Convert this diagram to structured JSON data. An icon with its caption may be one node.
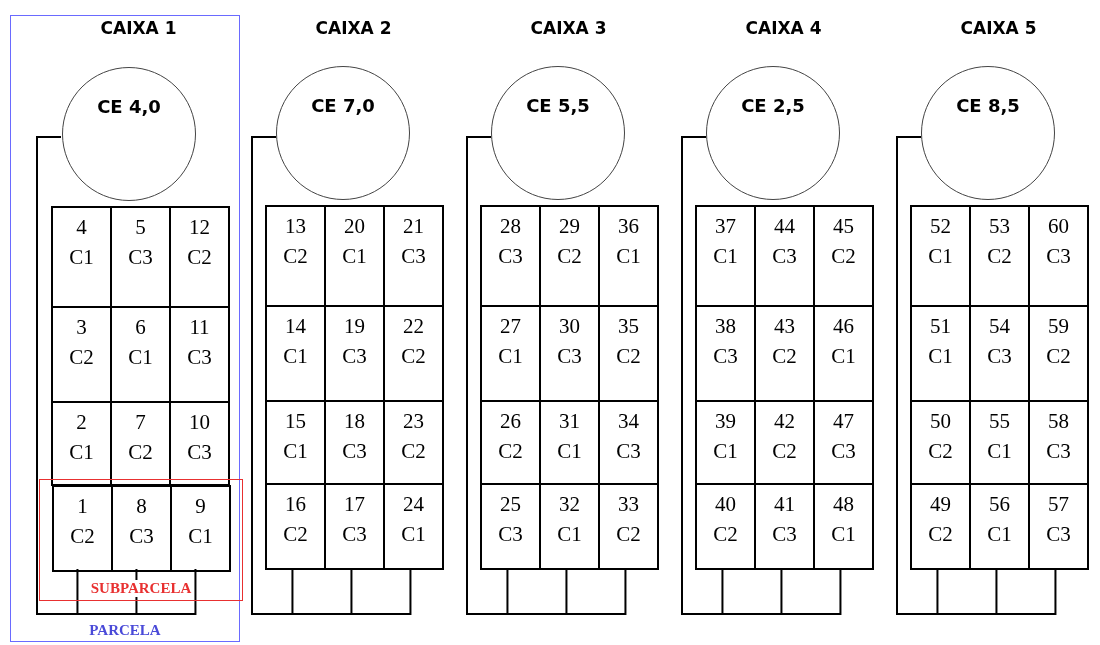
{
  "diagram": {
    "nodes": [
      {
        "text": [
          "PARCELA"
        ]
      },
      {
        "text": [
          "CE 4,0"
        ],
        "in": 0
      },
      {
        "text": [
          "4",
          "C1"
        ],
        "in": 0
      },
      {
        "text": [
          "5",
          "C3"
        ],
        "in": 0
      },
      {
        "text": [
          "12",
          "C2"
        ],
        "in": 0
      },
      {
        "text": [
          "3",
          "C2"
        ],
        "in": 0
      },
      {
        "text": [
          "6",
          "C1"
        ],
        "in": 0
      },
      {
        "text": [
          "11",
          "C3"
        ],
        "in": 0
      },
      {
        "text": [
          "2",
          "C1"
        ],
        "in": 0
      },
      {
        "text": [
          "7",
          "C2"
        ],
        "in": 0
      },
      {
        "text": [
          "10",
          "C3"
        ],
        "in": 0
      },
      {
        "text": [
          "SUBPARCELA"
        ],
        "in": 0
      },
      {
        "text": [
          "1",
          "C2"
        ],
        "in": 11
      },
      {
        "text": [
          "8",
          "C3"
        ],
        "in": 11
      },
      {
        "text": [
          "9",
          "C1"
        ],
        "in": 11
      },
      {
        "text": [
          "CE 7,0"
        ]
      },
      {
        "text": [
          "13",
          "C2"
        ]
      },
      {
        "text": [
          "20",
          "C1"
        ]
      },
      {
        "text": [
          "21",
          "C3"
        ]
      },
      {
        "text": [
          "14",
          "C1"
        ]
      },
      {
        "text": [
          "19",
          "C3"
        ]
      },
      {
        "text": [
          "22",
          "C2"
        ]
      },
      {
        "text": [
          "15",
          "C1"
        ]
      },
      {
        "text": [
          "18",
          "C3"
        ]
      },
      {
        "text": [
          "23",
          "C2"
        ]
      },
      {
        "text": [
          "16",
          "C2"
        ]
      },
      {
        "text": [
          "17",
          "C3"
        ]
      },
      {
        "text": [
          "24",
          "C1"
        ]
      },
      {
        "text": [
          "CE 5,5"
        ]
      },
      {
        "text": [
          "28",
          "C3"
        ]
      },
      {
        "text": [
          "29",
          "C2"
        ]
      },
      {
        "text": [
          "36",
          "C1"
        ]
      },
      {
        "text": [
          "27",
          "C1"
        ]
      },
      {
        "text": [
          "30",
          "C3"
        ]
      },
      {
        "text": [
          "35",
          "C2"
        ]
      },
      {
        "text": [
          "26",
          "C2"
        ]
      },
      {
        "text": [
          "31",
          "C1"
        ]
      },
      {
        "text": [
          "34",
          "C3"
        ]
      },
      {
        "text": [
          "25",
          "C3"
        ]
      },
      {
        "text": [
          "32",
          "C1"
        ]
      },
      {
        "text": [
          "33",
          "C2"
        ]
      },
      {
        "text": [
          "CE 2,5"
        ]
      },
      {
        "text": [
          "37",
          "C1"
        ]
      },
      {
        "text": [
          "44",
          "C3"
        ]
      },
      {
        "text": [
          "45",
          "C2"
        ]
      },
      {
        "text": [
          "38",
          "C3"
        ]
      },
      {
        "text": [
          "43",
          "C2"
        ]
      },
      {
        "text": [
          "46",
          "C1"
        ]
      },
      {
        "text": [
          "39",
          "C1"
        ]
      },
      {
        "text": [
          "42",
          "C2"
        ]
      },
      {
        "text": [
          "47",
          "C3"
        ]
      },
      {
        "text": [
          "40",
          "C2"
        ]
      },
      {
        "text": [
          "41",
          "C3"
        ]
      },
      {
        "text": [
          "48",
          "C1"
        ]
      },
      {
        "text": [
          "CE 8,5"
        ]
      },
      {
        "text": [
          "52",
          "C1"
        ]
      },
      {
        "text": [
          "53",
          "C2"
        ]
      },
      {
        "text": [
          "60",
          "C3"
        ]
      },
      {
        "text": [
          "51",
          "C1"
        ]
      },
      {
        "text": [
          "54",
          "C3"
        ]
      },
      {
        "text": [
          "59",
          "C2"
        ]
      },
      {
        "text": [
          "50",
          "C2"
        ]
      },
      {
        "text": [
          "55",
          "C1"
        ]
      },
      {
        "text": [
          "58",
          "C3"
        ]
      },
      {
        "text": [
          "49",
          "C2"
        ]
      },
      {
        "text": [
          "56",
          "C1"
        ]
      },
      {
        "text": [
          "57",
          "C3"
        ]
      }
    ],
    "edges": [
      {
        "from": 1,
        "to": 12,
        "arrow": "none"
      },
      {
        "from": 1,
        "to": 13,
        "arrow": "none"
      },
      {
        "from": 1,
        "to": 14,
        "arrow": "none"
      },
      {
        "from": 15,
        "to": 25,
        "arrow": "none"
      },
      {
        "from": 15,
        "to": 26,
        "arrow": "none"
      },
      {
        "from": 15,
        "to": 27,
        "arrow": "none"
      },
      {
        "from": 28,
        "to": 38,
        "arrow": "none"
      },
      {
        "from": 28,
        "to": 39,
        "arrow": "none"
      },
      {
        "from": 28,
        "to": 40,
        "arrow": "none"
      },
      {
        "from": 41,
        "to": 51,
        "arrow": "none"
      },
      {
        "from": 41,
        "to": 52,
        "arrow": "none"
      },
      {
        "from": 41,
        "to": 53,
        "arrow": "none"
      },
      {
        "from": 54,
        "to": 64,
        "arrow": "none"
      },
      {
        "from": 54,
        "to": 65,
        "arrow": "none"
      },
      {
        "from": 54,
        "to": 66,
        "arrow": "none"
      }
    ],
    "labels": [
      "CAIXA 1",
      "CAIXA 2",
      "CAIXA 3",
      "CAIXA 4",
      "CAIXA 5"
    ]
  }
}
